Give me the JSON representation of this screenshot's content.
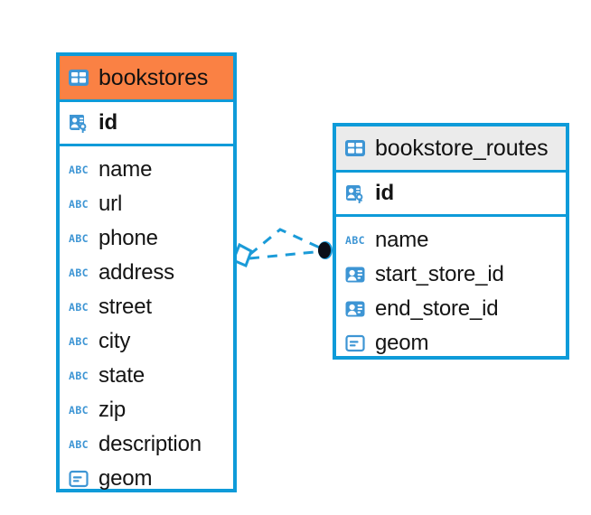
{
  "diagram": {
    "type": "entity-relationship-diagram",
    "background_color": "#ffffff",
    "accent_color": "#0e9bd9",
    "entities": [
      {
        "name": "bookstores",
        "header_color": "#fa8144",
        "header_icon": "table-icon",
        "primary_keys": [
          {
            "label": "id",
            "icon": "primary-key-icon"
          }
        ],
        "fields": [
          {
            "label": "name",
            "icon": "text-type-icon"
          },
          {
            "label": "url",
            "icon": "text-type-icon"
          },
          {
            "label": "phone",
            "icon": "text-type-icon"
          },
          {
            "label": "address",
            "icon": "text-type-icon"
          },
          {
            "label": "street",
            "icon": "text-type-icon"
          },
          {
            "label": "city",
            "icon": "text-type-icon"
          },
          {
            "label": "state",
            "icon": "text-type-icon"
          },
          {
            "label": "zip",
            "icon": "text-type-icon"
          },
          {
            "label": "description",
            "icon": "text-type-icon"
          },
          {
            "label": "geom",
            "icon": "geometry-type-icon"
          }
        ]
      },
      {
        "name": "bookstore_routes",
        "header_color": "#ebebeb",
        "header_icon": "table-icon",
        "primary_keys": [
          {
            "label": "id",
            "icon": "primary-key-icon"
          }
        ],
        "fields": [
          {
            "label": "name",
            "icon": "text-type-icon"
          },
          {
            "label": "start_store_id",
            "icon": "foreign-key-icon"
          },
          {
            "label": "end_store_id",
            "icon": "foreign-key-icon"
          },
          {
            "label": "geom",
            "icon": "geometry-type-icon"
          }
        ]
      }
    ],
    "relationship": {
      "from": "bookstores",
      "to": "bookstore_routes",
      "line_style": "dashed",
      "line_color": "#0e9bd9",
      "source_marker": "diamond-outline",
      "target_marker": "filled-dot"
    }
  }
}
